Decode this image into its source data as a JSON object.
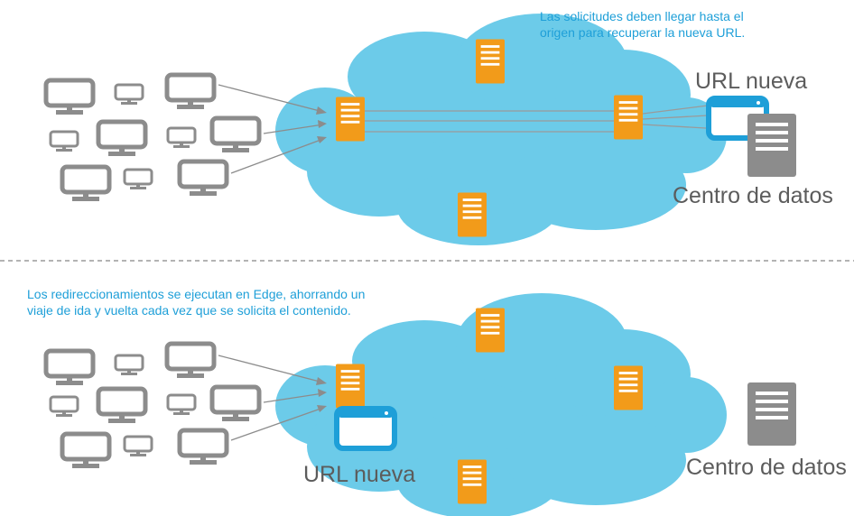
{
  "top": {
    "caption_line1": "Las solicitudes deben llegar hasta el",
    "caption_line2": "origen para recuperar la nueva URL.",
    "url_label": "URL nueva",
    "datacenter_label": "Centro de datos"
  },
  "bottom": {
    "caption_line1": "Los redireccionamientos se ejecutan en Edge, ahorrando un",
    "caption_line2": "viaje de ida y vuelta cada vez que se solicita el contenido.",
    "url_label": "URL nueva",
    "datacenter_label": "Centro de datos"
  },
  "colors": {
    "cloud": "#6ccbe9",
    "server": "#f29b1a",
    "client": "#8c8c8c",
    "browser": "#1e9fd8",
    "datacenter": "#8c8c8c",
    "caption": "#1e9fd8",
    "label": "#5c5c5c",
    "divider": "#9a9a9a"
  },
  "icons": {
    "client": "monitor-icon",
    "edge_server": "server-icon",
    "browser": "browser-window-icon",
    "datacenter": "datacenter-icon"
  }
}
